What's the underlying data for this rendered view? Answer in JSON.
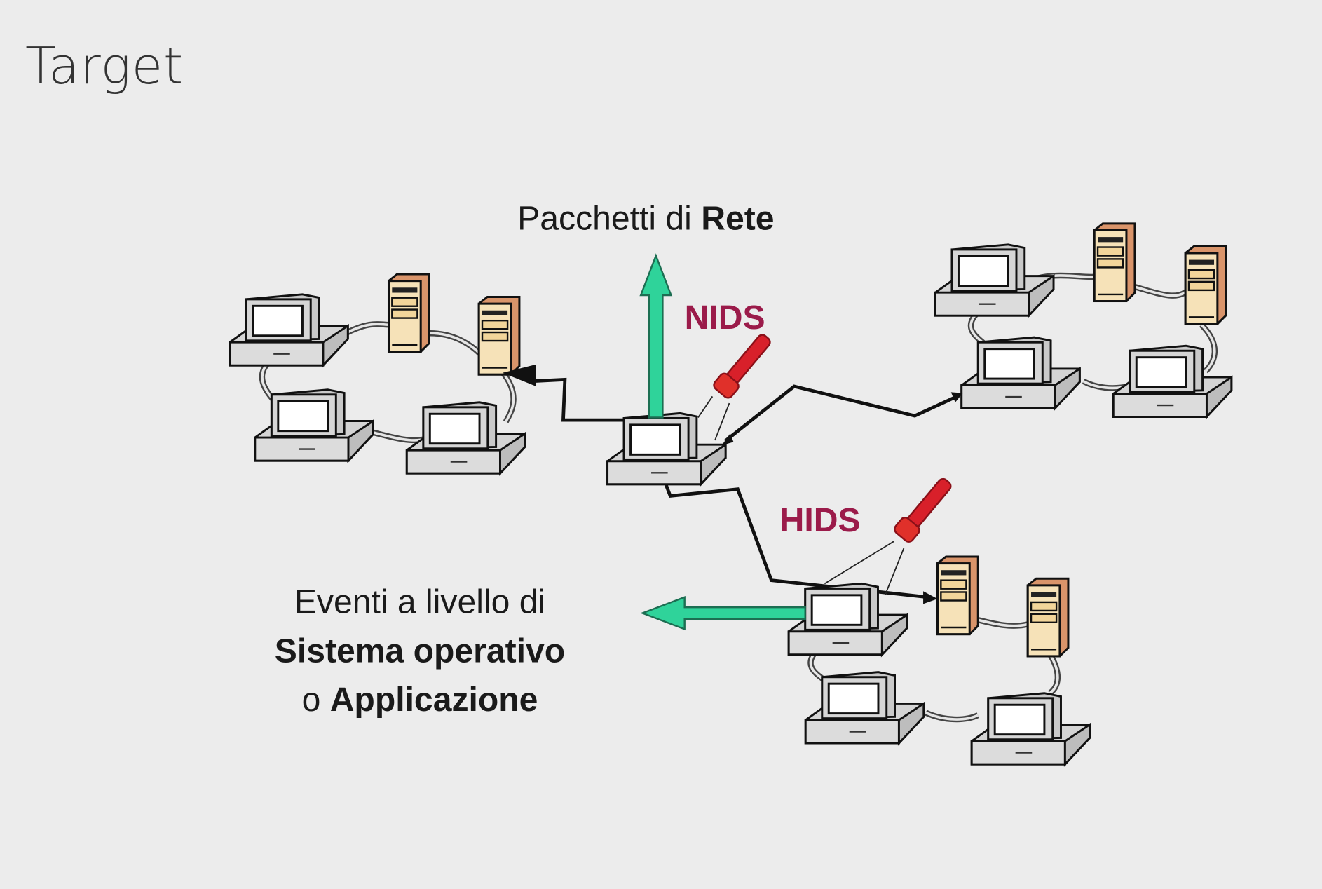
{
  "slide": {
    "title": "Target"
  },
  "diagram": {
    "network_label": {
      "prefix": "Pacchetti di ",
      "bold": "Rete"
    },
    "nids_label": "NIDS",
    "hids_label": "HIDS",
    "host_label": {
      "line1": "Eventi a livello di",
      "line2": "Sistema operativo",
      "line3_prefix": "o ",
      "line3_bold": "Applicazione"
    }
  },
  "colors": {
    "accent_green": "#2fd39a",
    "ids_red": "#9b1b4a",
    "flashlight": "#d8202a",
    "server_side": "#d9946a",
    "server_front": "#f6e2b8"
  }
}
